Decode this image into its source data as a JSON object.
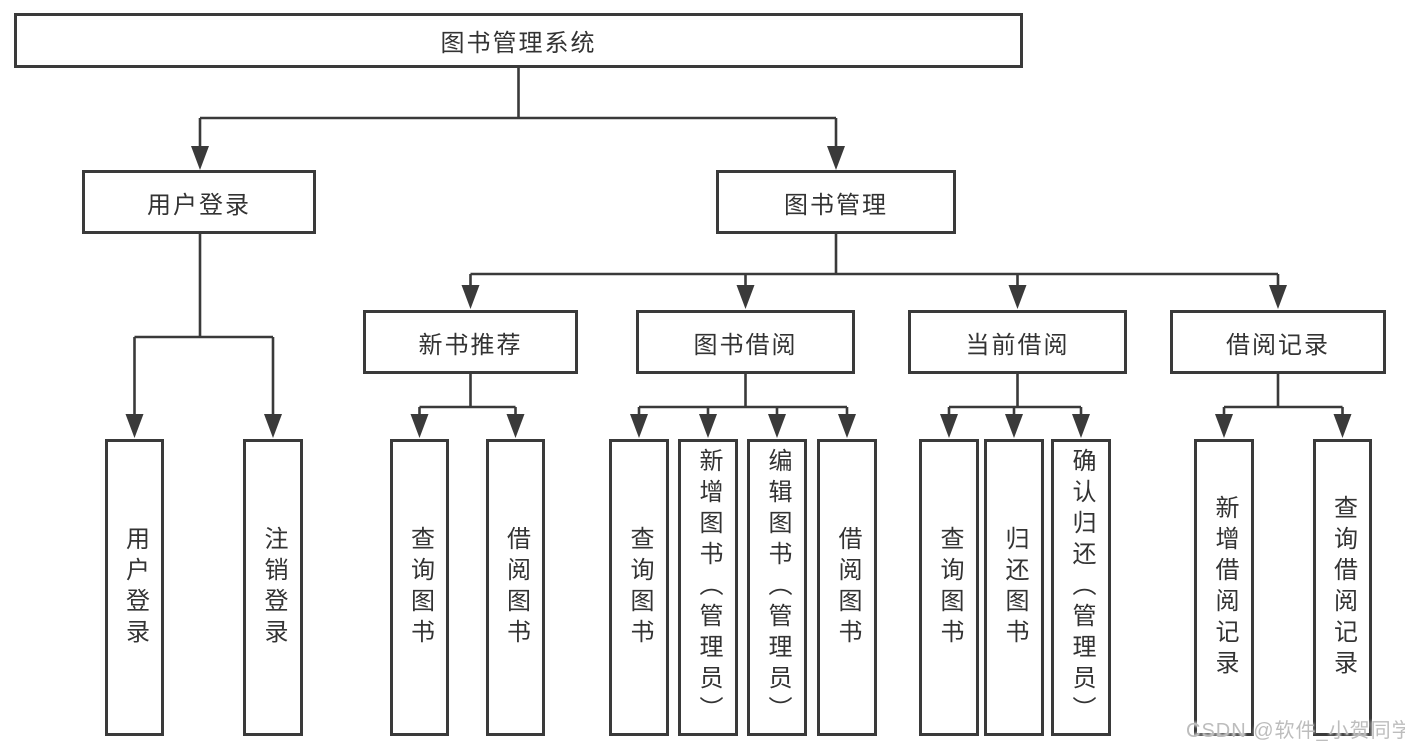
{
  "colors": {
    "line": "#3a3a3a",
    "border": "#3a3a3a",
    "text": "#333333",
    "watermark": "#bdbdbd",
    "background": "#ffffff"
  },
  "watermark": "CSDN @软件_小贺同学",
  "nodes": {
    "root": "图书管理系统",
    "user_login": "用户登录",
    "book_mgmt": "图书管理",
    "new_book_rec": "新书推荐",
    "book_borrow": "图书借阅",
    "current_borrow": "当前借阅",
    "borrow_record": "借阅记录",
    "leaf_user_login": "用户登录",
    "leaf_logout": "注销登录",
    "leaf_rec_query_book": "查询图书",
    "leaf_rec_borrow_book": "借阅图书",
    "leaf_bor_query_book": "查询图书",
    "leaf_bor_add_book": "新增图书（管理员）",
    "leaf_bor_edit_book": "编辑图书（管理员）",
    "leaf_bor_borrow_book": "借阅图书",
    "leaf_cur_query_book": "查询图书",
    "leaf_cur_return_book": "归还图书",
    "leaf_cur_confirm_return": "确认归还（管理员）",
    "leaf_rec_add_record": "新增借阅记录",
    "leaf_rec_query_record": "查询借阅记录"
  }
}
